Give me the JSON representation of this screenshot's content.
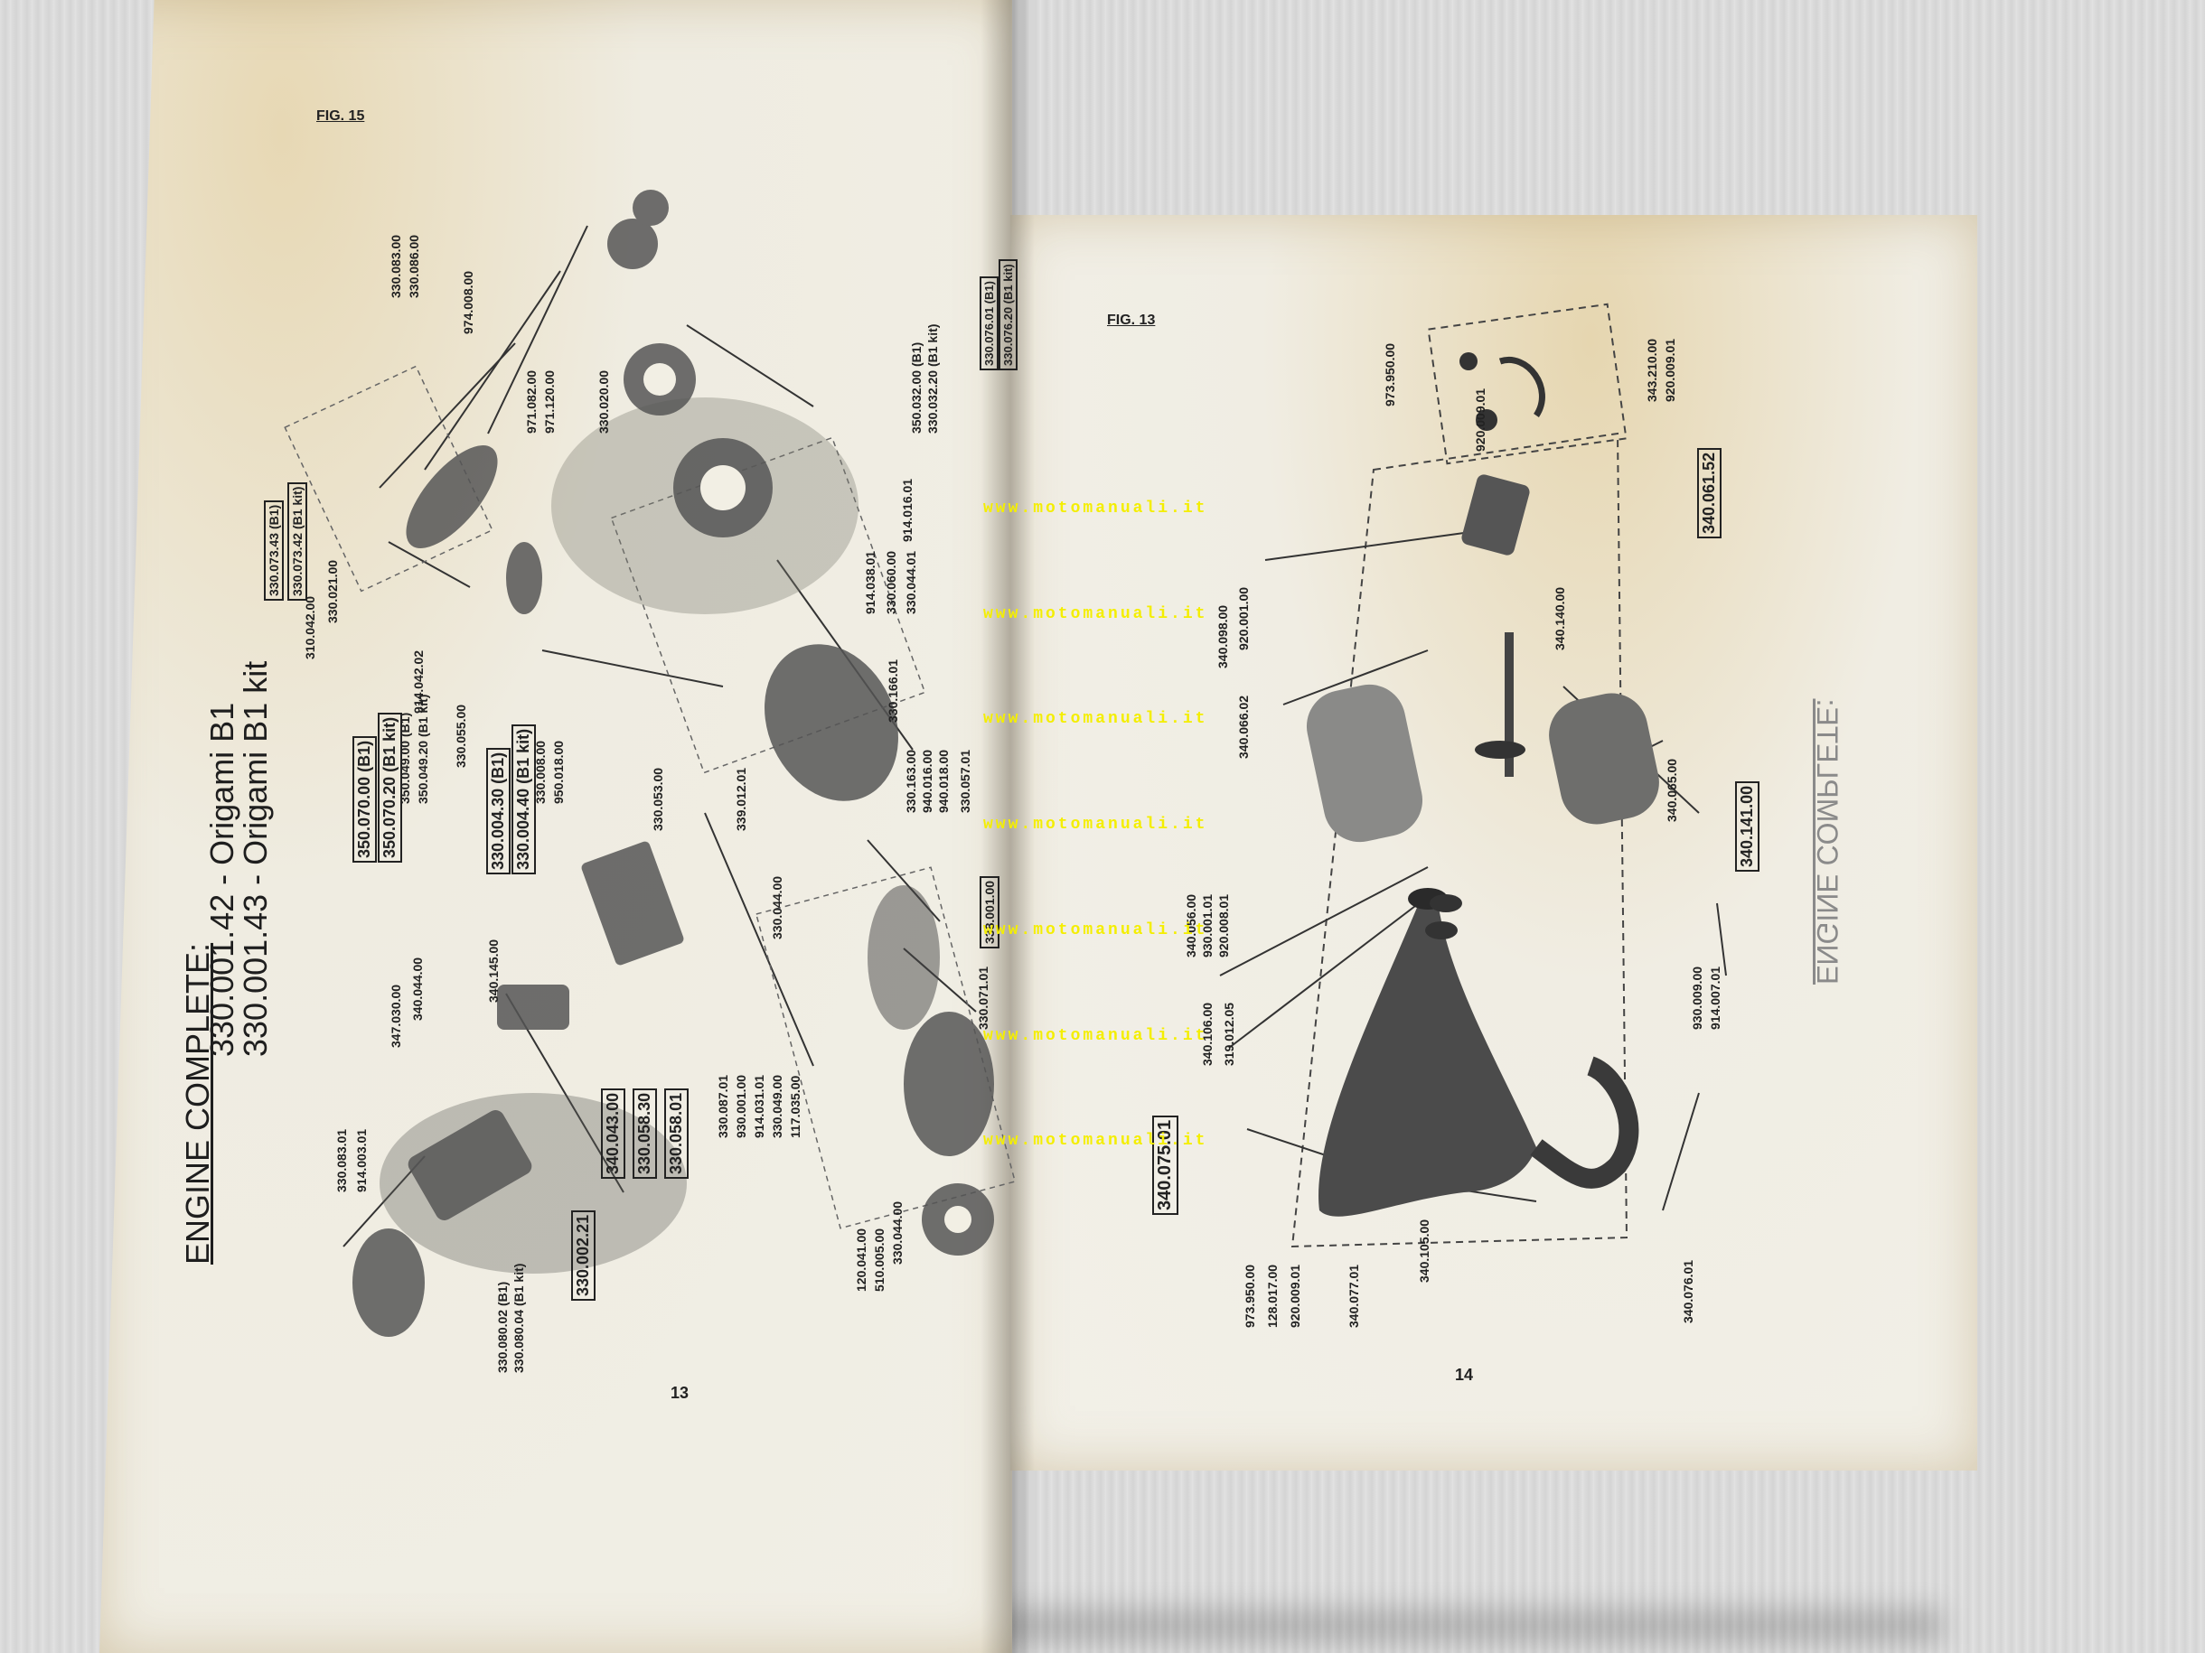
{
  "left_page": {
    "fig_label": "FIG. 15",
    "title_label": "ENGINE COMPLETE:",
    "title_line1": "330.001.42 - Origami B1",
    "title_line2": "330.001.43 - Origami B1 kit",
    "page_number": "13",
    "boxed_refs": [
      "330.073.43 (B1)",
      "330.073.42 (B1 kit)",
      "350.070.00 (B1)",
      "350.070.20 (B1 kit)",
      "330.004.30 (B1)",
      "330.004.40 (B1 kit)",
      "340.043.00",
      "330.058.30",
      "330.058.01",
      "330.002.21",
      "338.001.00",
      "330.076.01 (B1)",
      "330.076.20 (B1 kit)"
    ],
    "part_numbers": [
      "330.083.01",
      "914.003.01",
      "330.080.02 (B1)",
      "330.080.04 (B1 kit)",
      "347.030.00",
      "340.044.00",
      "340.145.00",
      "330.021.00",
      "310.042.00",
      "914.042.02",
      "350.049.00 (B1)",
      "350.049.20 (B1 kit)",
      "330.055.00",
      "330.008.00",
      "950.018.00",
      "330.053.00",
      "339.012.01",
      "330.044.00",
      "914.038.01",
      "330.060.00",
      "330.044.01",
      "914.016.01",
      "330.166.01",
      "330.163.00",
      "940.016.00",
      "940.018.00",
      "330.057.01",
      "330.071.01",
      "330.087.01",
      "930.001.00",
      "914.031.01",
      "330.049.00",
      "117.035.00",
      "120.041.00",
      "510.005.00",
      "330.044.00",
      "350.032.00 (B1)",
      "330.032.20 (B1 kit)",
      "330.020.00",
      "971.082.00",
      "971.120.00",
      "330.083.00",
      "330.086.00",
      "974.008.00"
    ]
  },
  "right_page": {
    "fig_label": "FIG. 13",
    "page_number": "14",
    "mirrored_title": "ENGINE COMPLETE:",
    "boxed_refs": [
      "340.061.52",
      "340.141.00",
      "340.075.01"
    ],
    "part_numbers": [
      "973.950.00",
      "920.009.01",
      "343.210.00",
      "920.009.01",
      "920.001.00",
      "340.098.00",
      "340.066.02",
      "340.140.00",
      "340.056.00",
      "930.001.01",
      "920.008.01",
      "340.106.00",
      "319.012.05",
      "973.950.00",
      "128.017.00",
      "920.009.01",
      "340.077.01",
      "340.105.00",
      "340.076.01",
      "340.065.00",
      "930.009.00",
      "914.007.01"
    ]
  },
  "watermark": "www.motomanuali.it"
}
